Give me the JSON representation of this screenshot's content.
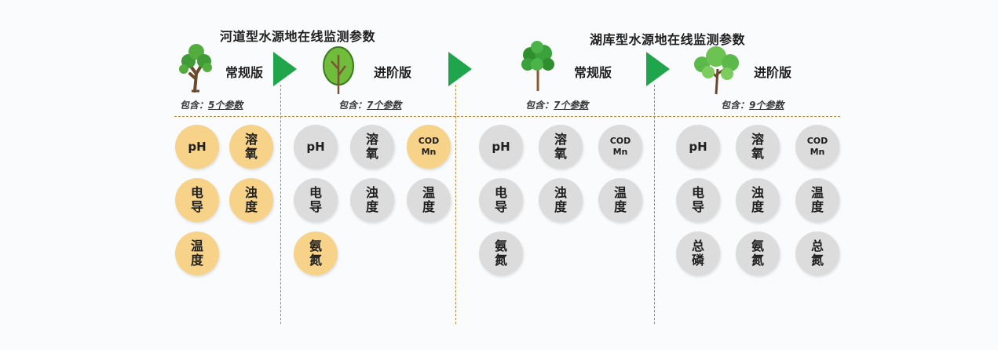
{
  "titles": {
    "river": "河道型水源地在线监测参数",
    "lake": "湖库型水源地在线监测参数"
  },
  "colors": {
    "accent_green": "#1fa54b",
    "included": "#f7d38a",
    "default": "#dcdcdc",
    "divider": "#b5873a"
  },
  "columns": [
    {
      "group": "river",
      "edition": "常规版",
      "contains_prefix": "包含：",
      "contains_count": "5个参数",
      "params": [
        {
          "label": "pH",
          "highlight": true
        },
        {
          "label": "溶\n氧",
          "highlight": true
        },
        {
          "label": "电\n导",
          "highlight": true
        },
        {
          "label": "浊\n度",
          "highlight": true
        },
        {
          "label": "温\n度",
          "highlight": true
        }
      ]
    },
    {
      "group": "river",
      "edition": "进阶版",
      "contains_prefix": "包含：",
      "contains_count": "7个参数",
      "params": [
        {
          "label": "pH",
          "highlight": false
        },
        {
          "label": "溶\n氧",
          "highlight": false
        },
        {
          "label": "COD\nMn",
          "highlight": true
        },
        {
          "label": "电\n导",
          "highlight": false
        },
        {
          "label": "浊\n度",
          "highlight": false
        },
        {
          "label": "温\n度",
          "highlight": false
        },
        {
          "label": "氨\n氮",
          "highlight": true
        }
      ]
    },
    {
      "group": "lake",
      "edition": "常规版",
      "contains_prefix": "包含：",
      "contains_count": "7个参数",
      "params": [
        {
          "label": "pH",
          "highlight": false
        },
        {
          "label": "溶\n氧",
          "highlight": false
        },
        {
          "label": "COD\nMn",
          "highlight": false
        },
        {
          "label": "电\n导",
          "highlight": false
        },
        {
          "label": "浊\n度",
          "highlight": false
        },
        {
          "label": "温\n度",
          "highlight": false
        },
        {
          "label": "氨\n氮",
          "highlight": false
        }
      ]
    },
    {
      "group": "lake",
      "edition": "进阶版",
      "contains_prefix": "包含：",
      "contains_count": "9个参数",
      "params": [
        {
          "label": "pH",
          "highlight": false
        },
        {
          "label": "溶\n氧",
          "highlight": false
        },
        {
          "label": "COD\nMn",
          "highlight": false
        },
        {
          "label": "电\n导",
          "highlight": false
        },
        {
          "label": "浊\n度",
          "highlight": false
        },
        {
          "label": "温\n度",
          "highlight": false
        },
        {
          "label": "总\n磷",
          "highlight": false
        },
        {
          "label": "氨\n氮",
          "highlight": false
        },
        {
          "label": "总\n氮",
          "highlight": false
        }
      ]
    }
  ]
}
